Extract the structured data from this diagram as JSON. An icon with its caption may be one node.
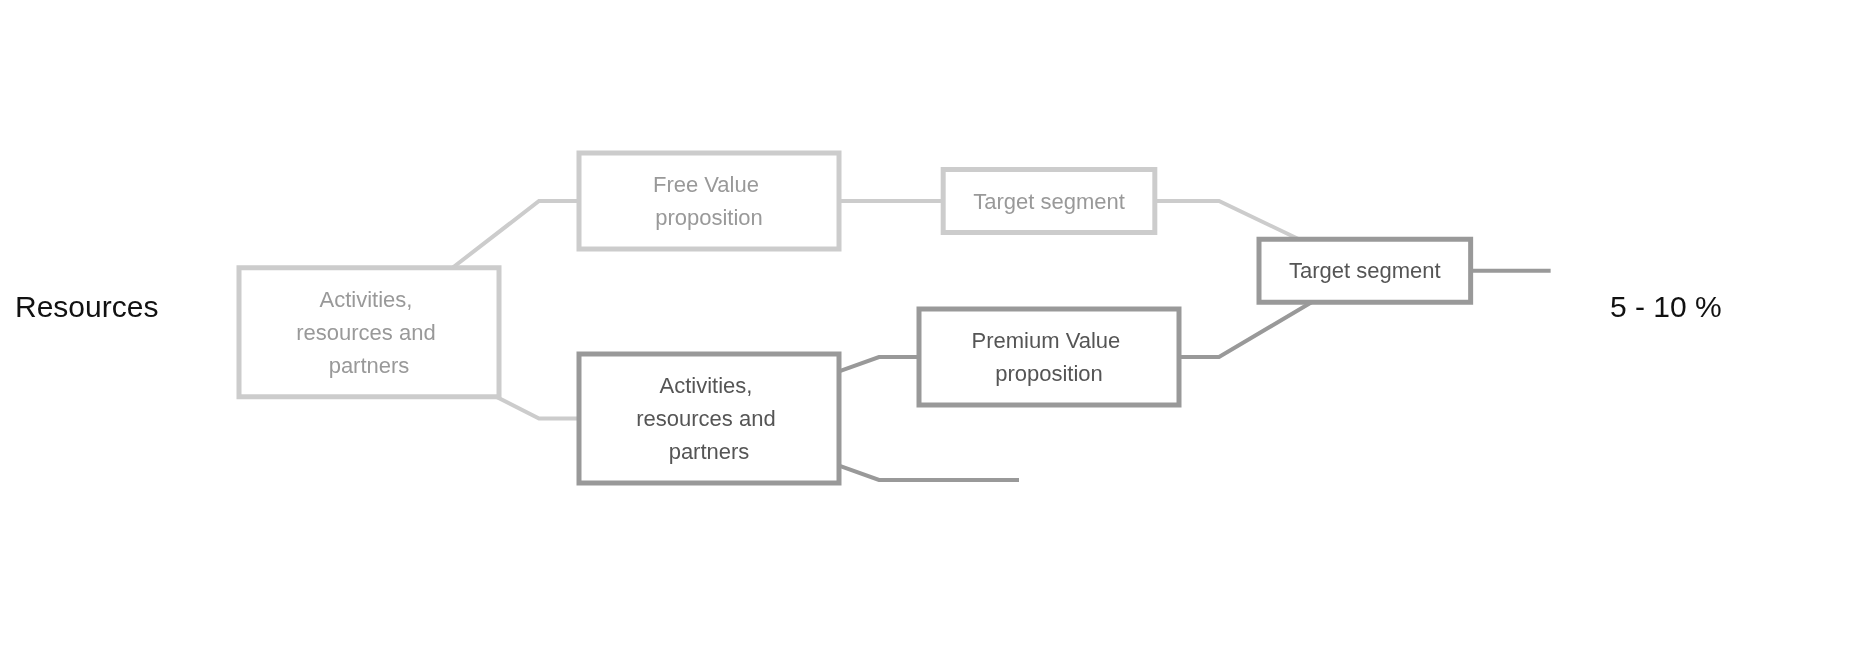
{
  "diagram": {
    "nodes": [
      {
        "text": [
          "Activities, resources and partners"
        ]
      },
      {
        "text": [
          "Free Value proposition"
        ]
      },
      {
        "text": [
          "Target segment"
        ]
      },
      {
        "text": [
          "Activities, resources and partners"
        ]
      },
      {
        "text": [
          "Premium Value proposition"
        ]
      },
      {
        "text": [
          "Target segment"
        ]
      }
    ],
    "edges": [
      {
        "from": 0,
        "to": 1,
        "arrow": "none",
        "color": "#cccccc"
      },
      {
        "from": 1,
        "to": 2,
        "arrow": "none",
        "color": "#cccccc"
      },
      {
        "from": 0,
        "to": 3,
        "arrow": "none",
        "color": "#cccccc"
      },
      {
        "from": 2,
        "to": 5,
        "arrow": "none",
        "color": "#cccccc"
      },
      {
        "from": 3,
        "to": 4,
        "arrow": "none",
        "color": "#999999"
      },
      {
        "from": 4,
        "to": 5,
        "arrow": "none",
        "color": "#999999"
      },
      {
        "from": 3,
        "to": null,
        "arrow": "none",
        "color": "#999999"
      },
      {
        "from": 5,
        "to": null,
        "arrow": "none",
        "color": "#999999"
      }
    ],
    "labels": [
      "Resources",
      "5 - 10 %"
    ]
  }
}
